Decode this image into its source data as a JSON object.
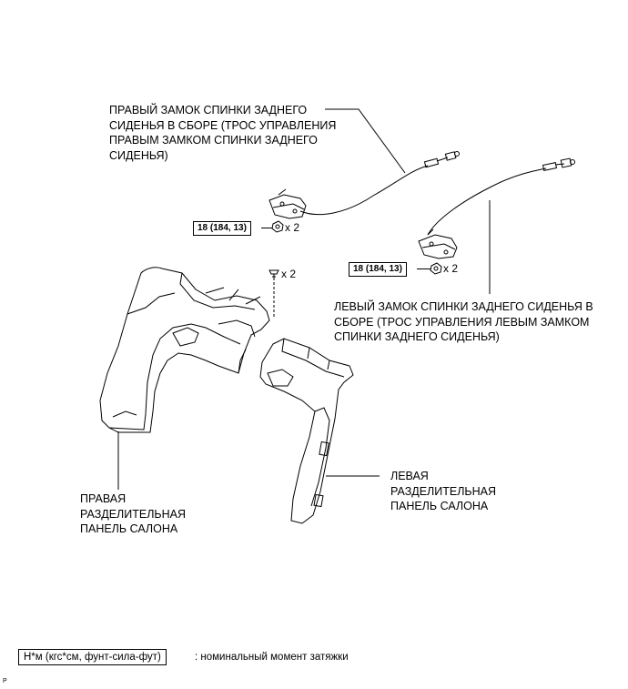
{
  "labels": {
    "right_lock": [
      "ПРАВЫЙ ЗАМОК СПИНКИ ЗАДНЕГО",
      "СИДЕНЬЯ В СБОРЕ (ТРОС УПРАВЛЕНИЯ",
      "ПРАВЫМ ЗАМКОМ СПИНКИ ЗАДНЕГО",
      "СИДЕНЬЯ)"
    ],
    "left_lock": [
      "ЛЕВЫЙ ЗАМОК СПИНКИ ЗАДНЕГО СИДЕНЬЯ В",
      "СБОРЕ (ТРОС УПРАВЛЕНИЯ ЛЕВЫМ ЗАМКОМ",
      "СПИНКИ ЗАДНЕГО СИДЕНЬЯ)"
    ],
    "right_panel": [
      "ПРАВАЯ",
      "РАЗДЕЛИТЕЛЬНАЯ",
      "ПАНЕЛЬ САЛОНА"
    ],
    "left_panel": [
      "ЛЕВАЯ",
      "РАЗДЕЛИТЕЛЬНАЯ",
      "ПАНЕЛЬ САЛОНА"
    ]
  },
  "torque": {
    "right": "18 (184, 13)",
    "left": "18 (184, 13)"
  },
  "quantities": {
    "right_nut": "x 2",
    "left_nut": "x 2",
    "clip": "x 2"
  },
  "legend": {
    "unit": "Н*м (кгс*см, фунт-сила-фут)",
    "text": ": номинальный момент затяжки"
  },
  "figure_code": "P"
}
